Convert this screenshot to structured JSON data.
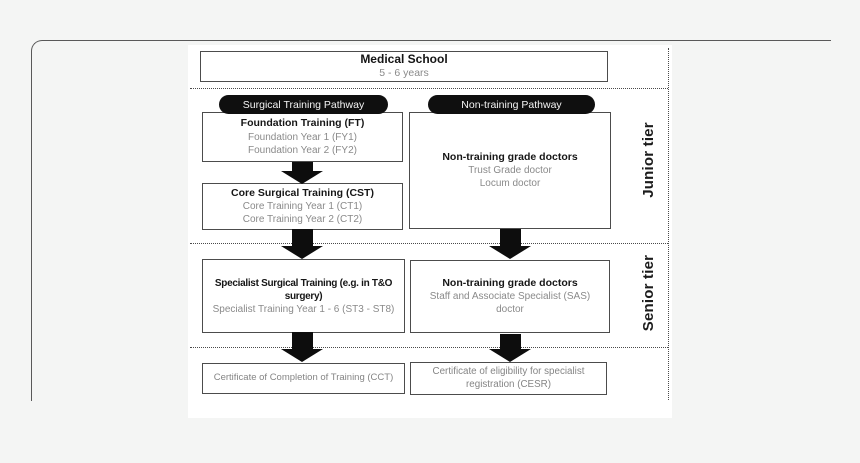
{
  "diagram": {
    "medical_school": {
      "title": "Medical School",
      "years": "5 - 6 years"
    },
    "pathways": {
      "surgical": "Surgical Training Pathway",
      "non_training": "Non-training Pathway"
    },
    "tiers": {
      "junior": "Junior tier",
      "senior": "Senior tier"
    },
    "boxes": {
      "foundation": {
        "title": "Foundation Training (FT)",
        "line1": "Foundation Year 1 (FY1)",
        "line2": "Foundation Year 2 (FY2)"
      },
      "core": {
        "title": "Core Surgical Training (CST)",
        "line1": "Core Training Year 1 (CT1)",
        "line2": "Core Training Year 2 (CT2)"
      },
      "non_training_junior": {
        "title": "Non-training grade doctors",
        "line1": "Trust Grade doctor",
        "line2": "Locum doctor"
      },
      "specialist": {
        "title": "Specialist Surgical Training (e.g. in T&O surgery)",
        "line1": "Specialist Training Year 1 - 6 (ST3 - ST8)"
      },
      "non_training_senior": {
        "title": "Non-training grade doctors",
        "line1": "Staff and Associate Specialist (SAS) doctor"
      }
    },
    "certificates": {
      "cct": "Certificate of Completion of Training (CCT)",
      "cesr": "Certificate of eligibility for specialist registration (CESR)"
    },
    "colors": {
      "background": "#f4f5f4",
      "diagram_background": "#ffffff",
      "box_border": "#4c4c4c",
      "pill_background": "#0f0f0f",
      "pill_text": "#f4f4f4",
      "title_text": "#161616",
      "subtext": "#8a8a8a",
      "arrow": "#0d0d0d",
      "frame_border": "#595959"
    }
  }
}
